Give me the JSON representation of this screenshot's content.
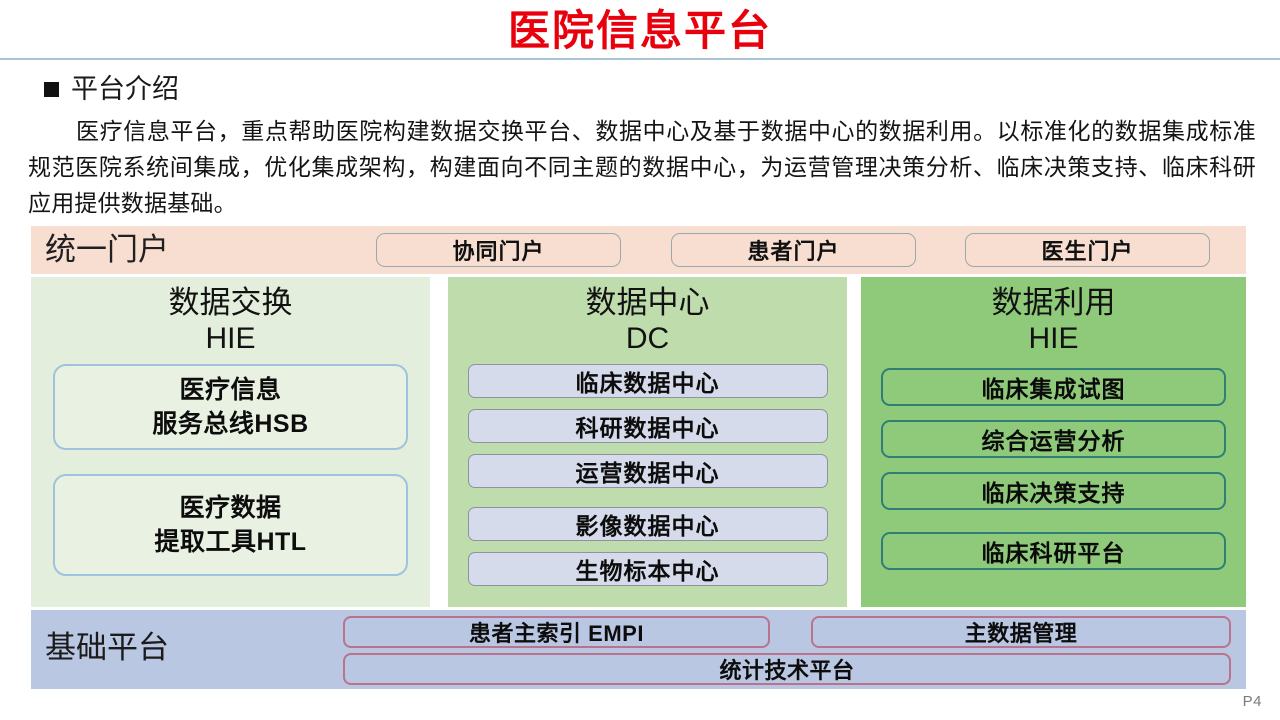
{
  "slide": {
    "title": "医院信息平台",
    "page_number": "P4",
    "title_color": "#e8000d"
  },
  "section": {
    "bullet_heading": "平台介绍",
    "paragraph": "医疗信息平台，重点帮助医院构建数据交换平台、数据中心及基于数据中心的数据利用。以标准化的数据集成标准规范医院系统间集成，优化集成架构，构建面向不同主题的数据中心，为运营管理决策分析、临床决策支持、临床科研应用提供数据基础。"
  },
  "portal_band": {
    "label": "统一门户",
    "background": "#f7ded0",
    "buttons": [
      {
        "label": "协同门户"
      },
      {
        "label": "患者门户"
      },
      {
        "label": "医生门户"
      }
    ]
  },
  "columns": [
    {
      "title": "数据交换",
      "subtitle": "HIE",
      "background": "#e4eedc",
      "items": [
        {
          "line1": "医疗信息",
          "line2": "服务总线HSB"
        },
        {
          "line1": "医疗数据",
          "line2": "提取工具HTL"
        }
      ]
    },
    {
      "title": "数据中心",
      "subtitle": "DC",
      "background": "#bfdcac",
      "items": [
        {
          "label": "临床数据中心"
        },
        {
          "label": "科研数据中心"
        },
        {
          "label": "运营数据中心"
        },
        {
          "label": "影像数据中心"
        },
        {
          "label": "生物标本中心"
        }
      ]
    },
    {
      "title": "数据利用",
      "subtitle": "HIE",
      "background": "#8fc97a",
      "items": [
        {
          "label": "临床集成试图"
        },
        {
          "label": "综合运营分析"
        },
        {
          "label": "临床决策支持"
        },
        {
          "label": "临床科研平台"
        }
      ]
    }
  ],
  "foundation_band": {
    "label": "基础平台",
    "background": "#b9c7e2",
    "border_color": "#b9738d",
    "buttons": [
      {
        "label": "患者主索引 EMPI"
      },
      {
        "label": "主数据管理"
      },
      {
        "label": "统计技术平台"
      }
    ]
  }
}
